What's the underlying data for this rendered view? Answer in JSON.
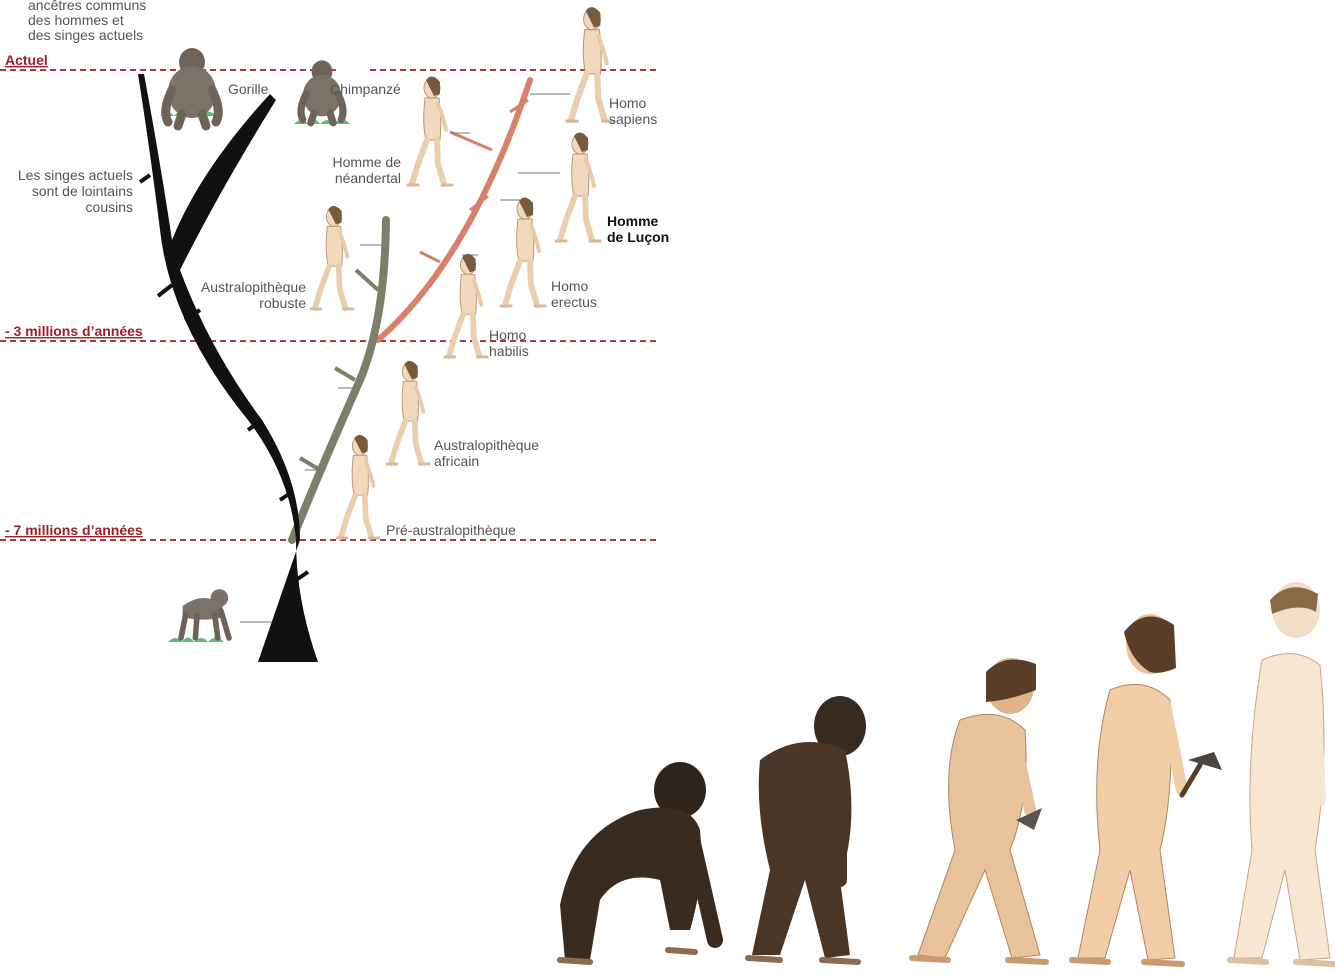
{
  "tree": {
    "intro_lines": [
      "ancêtres communs",
      "des hommes et",
      "des singes actuels"
    ],
    "eras": {
      "present": "Actuel",
      "three_million": "- 3 millions d’années",
      "seven_million": "- 7 millions d’années"
    },
    "apes_note_lines": [
      "Les singes actuels",
      "sont de lointains",
      "cousins"
    ],
    "species": {
      "gorilla": [
        "Gorille"
      ],
      "chimpanzee": [
        "Chimpanzé"
      ],
      "homo_sapiens": [
        "Homo",
        "sapiens"
      ],
      "neanderthal": [
        "Homme de",
        "néandertal"
      ],
      "homo_luzonensis": [
        "Homme",
        "de Luçon"
      ],
      "robust_australopithecus": [
        "Australopithèque",
        "robuste"
      ],
      "homo_erectus": [
        "Homo",
        "erectus"
      ],
      "homo_habilis": [
        "Homo",
        "habilis"
      ],
      "african_australopithecus": [
        "Australopithèque",
        "africain"
      ],
      "pre_australopithecus": [
        "Pré-australopithèque"
      ]
    },
    "colors": {
      "era_red": "#9c1f2a",
      "ape_trunk": "#111111",
      "australopithecine_branch": "#7d7f6a",
      "homo_branch": "#d9806a",
      "human_skin": "#f2d9bd",
      "hair": "#7a5a3c",
      "grass": "#3db36a"
    }
  },
  "march": {
    "stages": [
      "chimpanzee-like ape",
      "early hominin",
      "homo habilis with stone",
      "homo erectus with axe",
      "homo sapiens"
    ]
  }
}
